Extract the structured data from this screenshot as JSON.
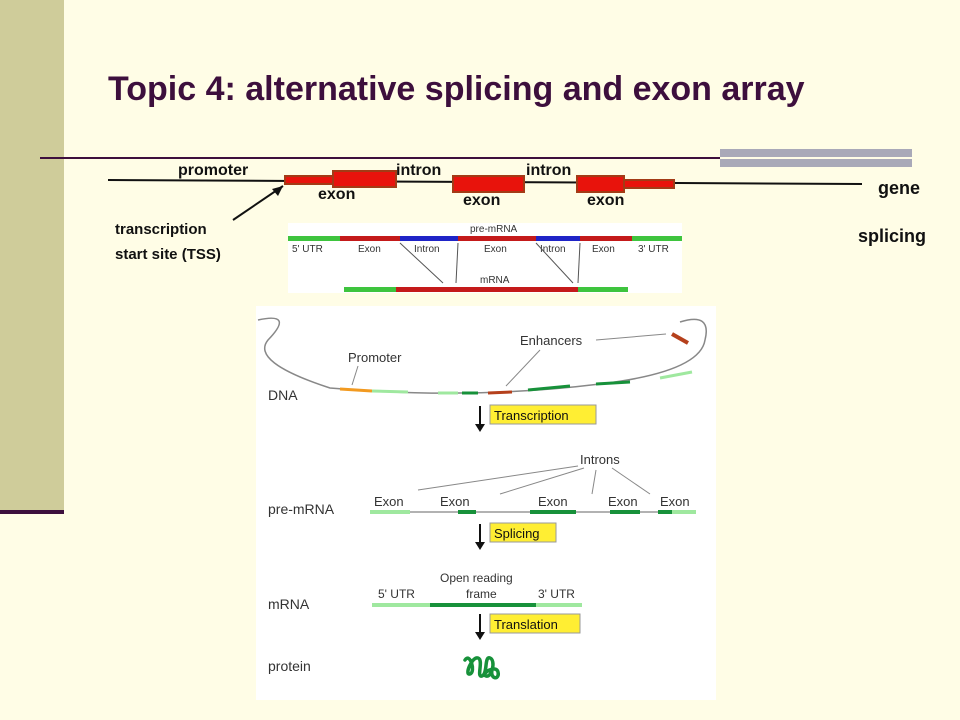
{
  "slide": {
    "title": "Topic 4: alternative splicing and exon array"
  },
  "gene_schematic": {
    "labels": {
      "promoter": "promoter",
      "intron_1": "intron",
      "intron_2": "intron",
      "exon_1": "exon",
      "exon_2": "exon",
      "exon_3": "exon",
      "tss_line1": "transcription",
      "tss_line2": "start site (TSS)",
      "gene": "gene",
      "splicing": "splicing"
    }
  },
  "splicing_figure": {
    "pre_mrna_label": "pre-mRNA",
    "mrna_label": "mRNA",
    "segments": {
      "utr5": "5' UTR",
      "exon_a": "Exon",
      "intron_a": "Intron",
      "exon_b": "Exon",
      "intron_b": "Intron",
      "exon_c": "Exon",
      "utr3": "3' UTR"
    }
  },
  "expression_figure": {
    "enhancers": "Enhancers",
    "promoter": "Promoter",
    "dna": "DNA",
    "transcription": "Transcription",
    "introns": "Introns",
    "pre_mrna": "pre-mRNA",
    "exons": [
      "Exon",
      "Exon",
      "Exon",
      "Exon",
      "Exon"
    ],
    "splicing": "Splicing",
    "mrna": "mRNA",
    "utr5": "5' UTR",
    "orf_line1": "Open reading",
    "orf_line2": "frame",
    "utr3": "3' UTR",
    "translation": "Translation",
    "protein": "protein"
  },
  "colors": {
    "title": "#3d0f3d",
    "exon_red": "#e8130c",
    "exon_border": "#a33b16",
    "intron_blue": "#1f24c7",
    "utr_green": "#3ec43e",
    "step_yellow": "#ffee33",
    "dark_green": "#17913a",
    "light_green": "#9fe89f",
    "promoter_orange": "#f29a20",
    "enhancer_red": "#b5401c"
  }
}
